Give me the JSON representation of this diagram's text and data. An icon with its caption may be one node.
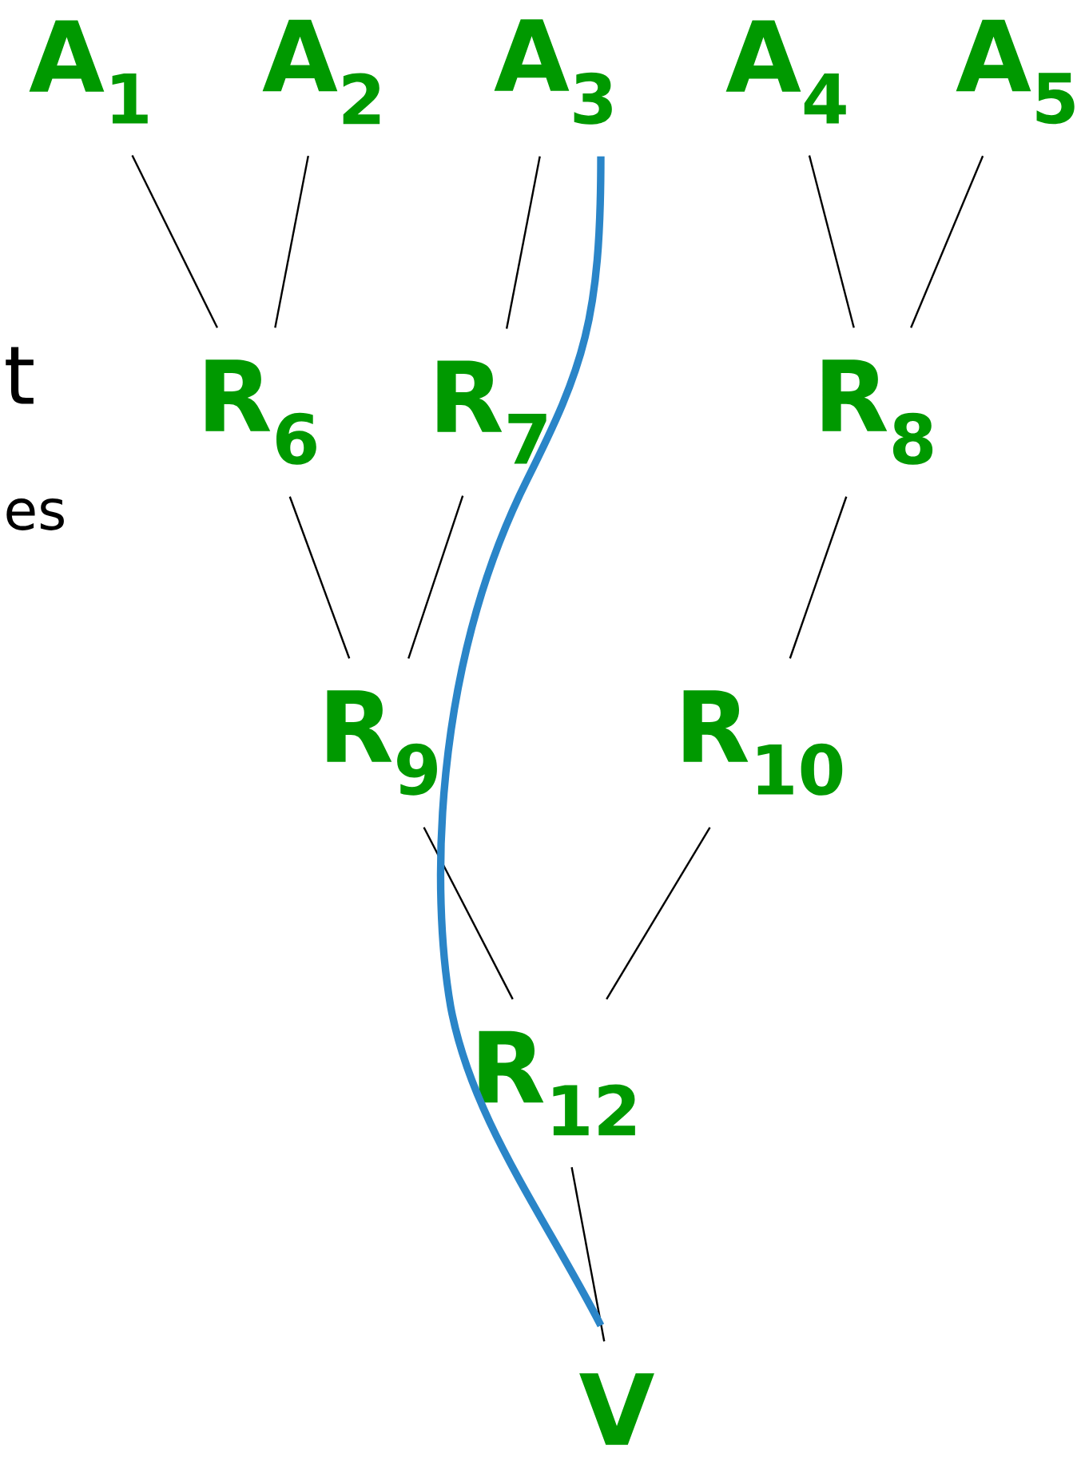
{
  "diagram": {
    "nodes": [
      {
        "text": [
          "A$_{1}$"
        ]
      },
      {
        "text": [
          "A$_{2}$"
        ]
      },
      {
        "text": [
          "A$_{3}$"
        ]
      },
      {
        "text": [
          "A$_{4}$"
        ]
      },
      {
        "text": [
          "A$_{5}$"
        ]
      },
      {
        "text": [
          "R$_{6}$"
        ]
      },
      {
        "text": [
          "R$_{7}$"
        ]
      },
      {
        "text": [
          "R$_{8}$"
        ]
      },
      {
        "text": [
          "R$_{9}$"
        ]
      },
      {
        "text": [
          "R$_{10}$"
        ]
      },
      {
        "text": [
          "R$_{12}$"
        ]
      },
      {
        "text": [
          "V"
        ]
      }
    ],
    "edges": [
      {
        "from": 0,
        "to": 5,
        "arrow": "none"
      },
      {
        "from": 1,
        "to": 5,
        "arrow": "none"
      },
      {
        "from": 2,
        "to": 6,
        "arrow": "none"
      },
      {
        "from": 3,
        "to": 7,
        "arrow": "none"
      },
      {
        "from": 4,
        "to": 7,
        "arrow": "none"
      },
      {
        "from": 5,
        "to": 8,
        "arrow": "none"
      },
      {
        "from": 6,
        "to": 8,
        "arrow": "none"
      },
      {
        "from": 7,
        "to": 9,
        "arrow": "none"
      },
      {
        "from": 8,
        "to": 10,
        "arrow": "none"
      },
      {
        "from": 9,
        "to": 10,
        "arrow": "none"
      },
      {
        "from": 10,
        "to": 11,
        "arrow": "none"
      },
      {
        "from": 2,
        "to": 11,
        "arrow": "none",
        "style": "thick",
        "color": "#2a85c8"
      }
    ],
    "labels": [
      "t",
      "es"
    ]
  }
}
